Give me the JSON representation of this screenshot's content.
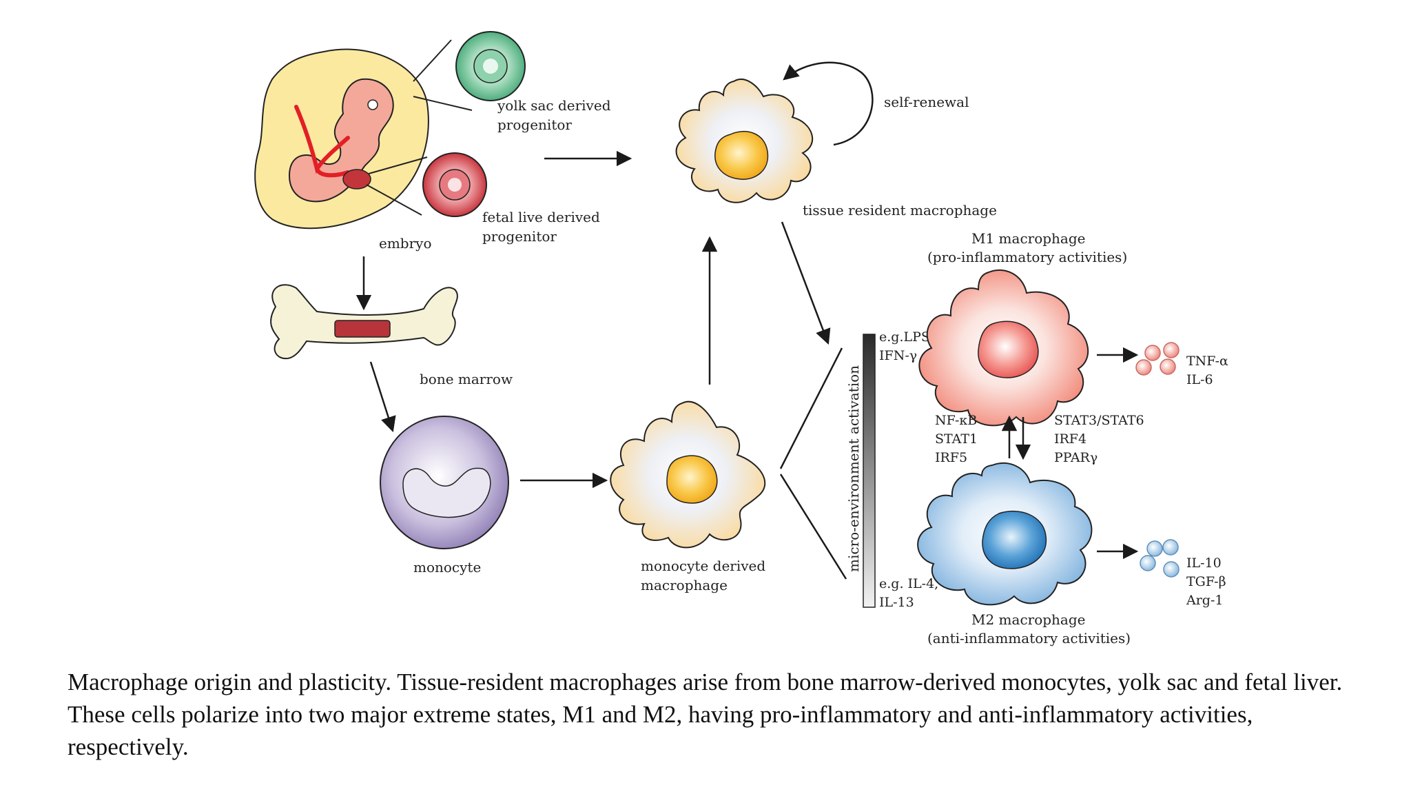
{
  "labels": {
    "yolk_sac_1": "yolk sac derived",
    "yolk_sac_2": "progenitor",
    "fetal_liver_1": "fetal live derived",
    "fetal_liver_2": "progenitor",
    "embryo": "embryo",
    "bone_marrow": "bone marrow",
    "monocyte": "monocyte",
    "monocyte_macro_1": "monocyte derived",
    "monocyte_macro_2": "macrophage",
    "self_renewal": "self-renewal",
    "tissue_resident": "tissue resident macrophage",
    "m1_title": "M1 macrophage",
    "m1_sub": "(pro-inflammatory activities)",
    "m2_title": "M2 macrophage",
    "m2_sub": "(anti-inflammatory activities)",
    "m1_stim_1": "e.g.LPS,",
    "m1_stim_2": "IFN-γ",
    "m2_stim_1": "e.g. IL-4,",
    "m2_stim_2": "IL-13",
    "gradient_bar": "micro-environment activation",
    "m1_tf": [
      "NF-κB",
      "STAT1",
      "IRF5"
    ],
    "m2_tf": [
      "STAT3/STAT6",
      "IRF4",
      "PPARγ"
    ],
    "m1_cytokines": [
      "TNF-α",
      "IL-6"
    ],
    "m2_cytokines": [
      "IL-10",
      "TGF-β",
      "Arg-1"
    ]
  },
  "caption": "Macrophage origin and plasticity. Tissue-resident macrophages arise from bone marrow-derived monocytes, yolk sac and fetal liver. These cells polarize into two major extreme states, M1 and M2, having pro-inflammatory and anti-inflammatory activities, respectively.",
  "colors": {
    "yolk_sac_cell": "#6cc196",
    "fetal_liver_cell": "#d9545b",
    "embryo_sac": "#fbe9a0",
    "embryo_body": "#f3a89a",
    "vessel": "#e21f26",
    "bone": "#f5f2d8",
    "marrow": "#b7343a",
    "monocyte": "#a99bc6",
    "macrophage": "#fbdc9a",
    "macrophage_nucleus": "#f6b320",
    "m1": "#f49a8a",
    "m2": "#86b8e0",
    "m1_nucleus": "#ee6e68",
    "m2_nucleus": "#3a86c8"
  }
}
